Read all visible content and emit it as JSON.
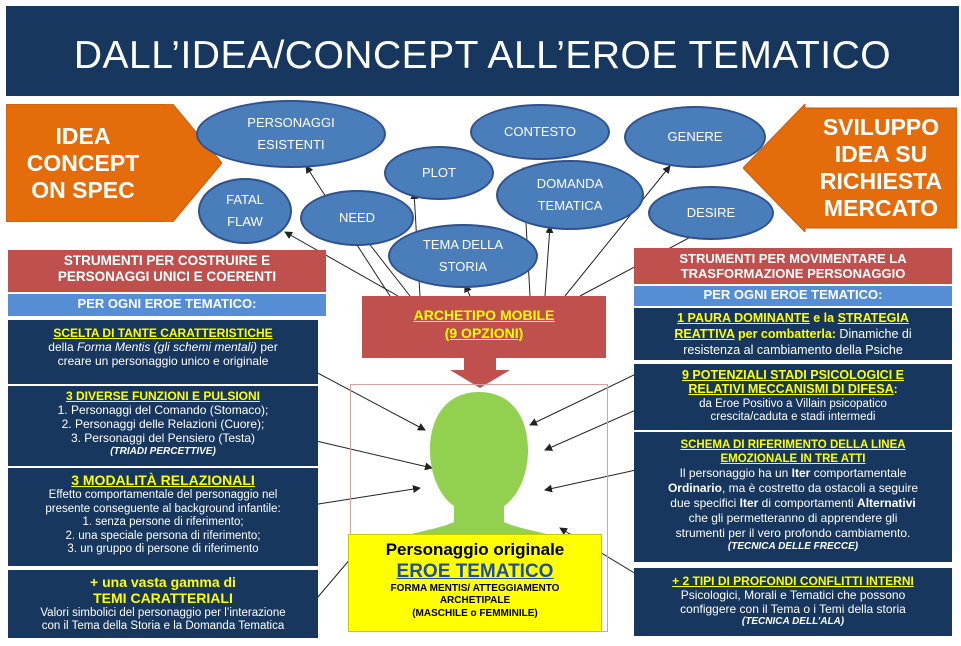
{
  "title": "DALL’IDEA/CONCEPT ALL’EROE TEMATICO",
  "left_arrow": {
    "lines": [
      "IDEA",
      "CONCEPT",
      "ON SPEC"
    ]
  },
  "right_arrow": {
    "lines": [
      "SVILUPPO",
      "IDEA SU",
      "RICHIESTA",
      "MERCATO"
    ]
  },
  "ellipses": {
    "personaggi": [
      "PERSONAGGI",
      "ESISTENTI"
    ],
    "contesto": [
      "CONTESTO"
    ],
    "genere": [
      "GENERE"
    ],
    "plot": [
      "PLOT"
    ],
    "domanda": [
      "DOMANDA",
      "TEMATICA"
    ],
    "fatal": [
      "FATAL",
      "FLAW"
    ],
    "need": [
      "NEED"
    ],
    "desire": [
      "DESIRE"
    ],
    "tema": [
      "TEMA DELLA",
      "STORIA"
    ]
  },
  "left_header": {
    "line1": "STRUMENTI PER COSTRUIRE E",
    "line2": "PERSONAGGI UNICI E COERENTI"
  },
  "left_sub": "PER OGNI EROE TEMATICO:",
  "right_header": {
    "line1": "STRUMENTI PER MOVIMENTARE LA",
    "line2": "TRASFORMAZIONE PERSONAGGIO"
  },
  "right_sub": "PER OGNI EROE TEMATICO:",
  "archetipo": {
    "line1": "ARCHETIPO MOBILE",
    "line2": "(9 OPZIONI)"
  },
  "left_panels": {
    "p1": {
      "title": "SCELTA DI TANTE CARATTERISTICHE",
      "a": "della ",
      "b": "Forma Mentis (gli schemi mentali)",
      "c": " per",
      "d": "creare un personaggio unico e originale"
    },
    "p2": {
      "title": "3 DIVERSE FUNZIONI E PULSIONI",
      "l1": "1. Personaggi del Comando (Stomaco);",
      "l2": "2. Personaggi delle Relazioni (Cuore);",
      "l3": "3. Personaggi del Pensiero (Testa)",
      "l4": "(TRIADI PERCETTIVE)"
    },
    "p3": {
      "title": "3 MODALITÀ RELAZIONALI",
      "l1": "Effetto comportamentale del personaggio nel",
      "l2": "presente conseguente al background infantile:",
      "l3": "1. senza persone di riferimento;",
      "l4": "2. una speciale  persona di riferimento;",
      "l5": "3. un gruppo di persone di riferimento"
    },
    "p4": {
      "title1": "+ una vasta gamma di",
      "title2": "TEMI CARATTERIALI",
      "l1": "Valori simbolici del personaggio per l’interazione",
      "l2": "con il Tema della Storia e la Domanda Tematica"
    }
  },
  "right_panels": {
    "p1": {
      "t1": "1 PAURA DOMINANTE",
      "t2": " e la ",
      "t3": "STRATEGIA",
      "t4": "REATTIVA",
      "t5": " per combatterla:",
      "t6": " Dinamiche di",
      "l2": "resistenza al cambiamento della Psiche"
    },
    "p2": {
      "t1": "9 POTENZIALI STADI PSICOLOGICI E",
      "t2": "RELATIVI MECCANISMI DI DIFESA",
      "t3": ":",
      "l1": "da Eroe Positivo a Villain psicopatico",
      "l2": "crescita/caduta e stadi intermedi"
    },
    "p3": {
      "t1": "SCHEMA DI RIFERIMENTO DELLA LINEA",
      "t2": "EMOZIONALE IN TRE ATTI",
      "l1a": "Il personaggio ha un ",
      "l1b": "Iter",
      "l1c": " comportamentale",
      "l2a": "Ordinario",
      "l2b": ", ma è costretto da ostacoli a seguire",
      "l3a": "due specifici ",
      "l3b": "Iter",
      "l3c": " di comportamenti ",
      "l3d": "Alternativi",
      "l4": "che gli permetteranno di apprendere gli",
      "l5": "strumenti per il vero profondo cambiamento.",
      "l6": "(TECNICA DELLE FRECCE)"
    },
    "p4": {
      "title": "+ 2 TIPI DI PROFONDI CONFLITTI INTERNI",
      "l1": "Psicologici, Morali e Tematici che possono",
      "l2": "configgere con il Tema o i Temi della storia",
      "l3": "(TECNICA DELL’ALA)"
    }
  },
  "center": {
    "line1": "Personaggio originale",
    "line2": "EROE TEMATICO",
    "line3": "FORMA MENTIS/ ATTEGGIAMENTO",
    "line4": "ARCHETIPALE",
    "line5": "(MASCHILE o FEMMINILE)"
  },
  "colors": {
    "navy": "#17375e",
    "orange": "#e46c0a",
    "ellipse": "#4a7ebb",
    "red": "#c0504d",
    "lightblue": "#558ed5",
    "silhouette": "#92d050",
    "yellow": "#ffff00"
  }
}
